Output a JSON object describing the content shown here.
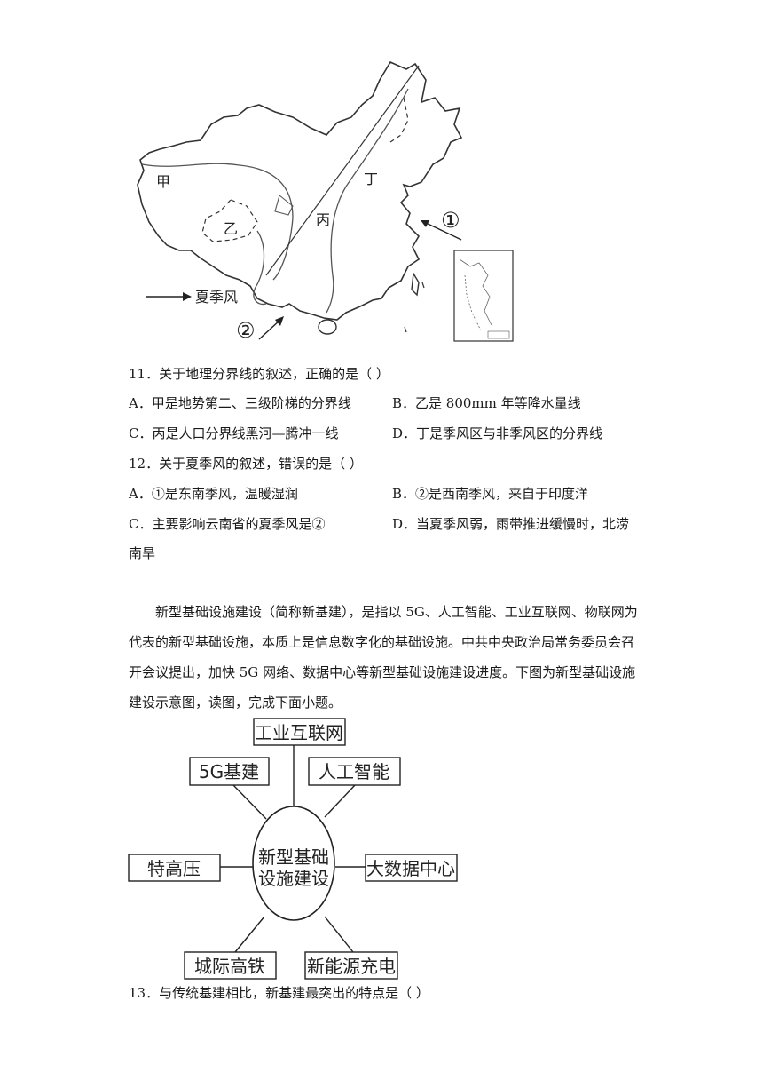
{
  "map": {
    "label_jia": "甲",
    "label_yi": "乙",
    "label_bing": "丙",
    "label_ding": "丁",
    "marker_1": "①",
    "marker_2": "②",
    "legend_text": "夏季风"
  },
  "questions": {
    "q11": {
      "stem": "11．关于地理分界线的叙述，正确的是（    ）",
      "options": {
        "a": "A．甲是地势第二、三级阶梯的分界线",
        "b": "B．乙是 800mm 年等降水量线",
        "c": "C．丙是人口分界线黑河—腾冲一线",
        "d": "D．丁是季风区与非季风区的分界线"
      }
    },
    "q12": {
      "stem": "12．关于夏季风的叙述，错误的是（    ）",
      "options": {
        "a": "A．①是东南季风，温暖湿润",
        "b": "B．②是西南季风，来自于印度洋",
        "c": "C．主要影响云南省的夏季风是②",
        "d": "D．当夏季风弱，雨带推进缓慢时，北涝",
        "d_cont": "南旱"
      }
    },
    "q13": {
      "stem": "13．与传统基建相比，新基建最突出的特点是（    ）"
    }
  },
  "passage": {
    "line1": "新型基础设施建设（简称新基建），是指以 5G、人工智能、工业互联网、物联网为",
    "line2": "代表的新型基础设施，本质上是信息数字化的基础设施。中共中央政治局常务委员会召",
    "line3": "开会议提出，加快 5G 网络、数据中心等新型基础设施建设进度。下图为新型基础设施",
    "line4": "建设示意图，读图，完成下面小题。"
  },
  "diagram": {
    "center_line1": "新型基础",
    "center_line2": "设施建设",
    "nodes": {
      "industrial_internet": "工业互联网",
      "g5": "5G基建",
      "ai": "人工智能",
      "uhv": "特高压",
      "big_data": "大数据中心",
      "intercity_rail": "城际高铁",
      "ev_charging": "新能源充电"
    }
  }
}
